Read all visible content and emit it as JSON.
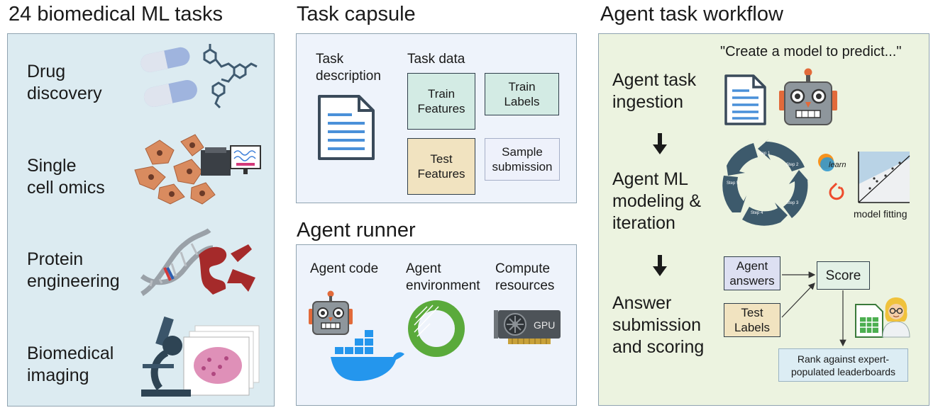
{
  "col1": {
    "title": "24 biomedical ML tasks",
    "items": [
      {
        "label": "Drug\ndiscovery"
      },
      {
        "label": "Single\ncell omics"
      },
      {
        "label": "Protein\nengineering"
      },
      {
        "label": "Biomedical\nimaging"
      }
    ]
  },
  "capsule": {
    "title": "Task capsule",
    "task_description": "Task\ndescription",
    "task_data": "Task data",
    "train_features": "Train\nFeatures",
    "train_labels": "Train\nLabels",
    "test_features": "Test\nFeatures",
    "sample_submission": "Sample\nsubmission"
  },
  "runner": {
    "title": "Agent runner",
    "agent_code": "Agent code",
    "agent_environment": "Agent\nenvironment",
    "compute_resources": "Compute\nresources",
    "gpu_label": "GPU"
  },
  "workflow": {
    "title": "Agent task workflow",
    "quote": "\"Create a model to predict...\"",
    "step1": "Agent task\ningestion",
    "step2": "Agent ML\nmodeling &\niteration",
    "step3": "Answer\nsubmission\nand scoring",
    "cycle_steps": [
      "Step 1",
      "Step 2",
      "Step 3",
      "Step 4",
      "Step 5"
    ],
    "sklearn_label": "learn",
    "model_fitting": "model fitting",
    "agent_answers": "Agent\nanswers",
    "test_labels": "Test\nLabels",
    "score": "Score",
    "rank": "Rank against expert-\npopulated leaderboards"
  },
  "colors": {
    "col1_bg": "#dcebf1",
    "capsule_bg": "#eef3fb",
    "workflow_bg": "#ecf3e0",
    "teal_box": "#d3ebe4",
    "tan_box": "#f1e3c0",
    "lavender_box": "#dde0f2",
    "score_box": "#e3f1e6",
    "rank_box": "#dcedf4",
    "docker_blue": "#2496ed",
    "ring_green": "#5aaa3b",
    "cycle_blue": "#3d5a6c"
  }
}
